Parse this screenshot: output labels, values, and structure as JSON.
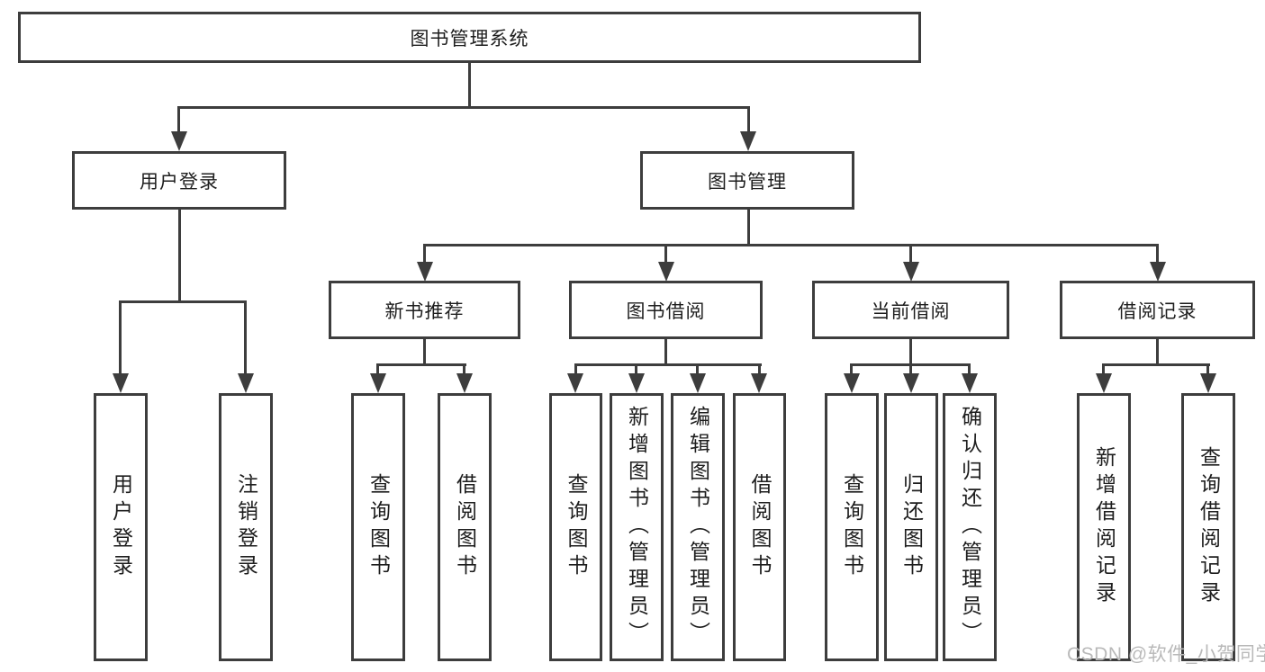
{
  "diagram": {
    "title": "图书管理系统",
    "level2": {
      "user_login": "用户登录",
      "book_mgmt": "图书管理"
    },
    "categories": [
      "新书推荐",
      "图书借阅",
      "当前借阅",
      "借阅记录"
    ],
    "leaves": {
      "user": [
        "用户登录",
        "注销登录"
      ],
      "new_books": [
        "查询图书",
        "借阅图书"
      ],
      "borrow": [
        "查询图书",
        "新增图书（管理员）",
        "编辑图书（管理员）",
        "借阅图书"
      ],
      "current": [
        "查询图书",
        "归还图书",
        "确认归还（管理员）"
      ],
      "records": [
        "新增借阅记录",
        "查询借阅记录"
      ]
    }
  },
  "watermark": {
    "text": "CSDN @软件_小贺同学"
  },
  "colors": {
    "line": "#3d3d3d",
    "text": "#1e1e1e",
    "watermark": "#b9b9b9",
    "background": "#ffffff"
  }
}
